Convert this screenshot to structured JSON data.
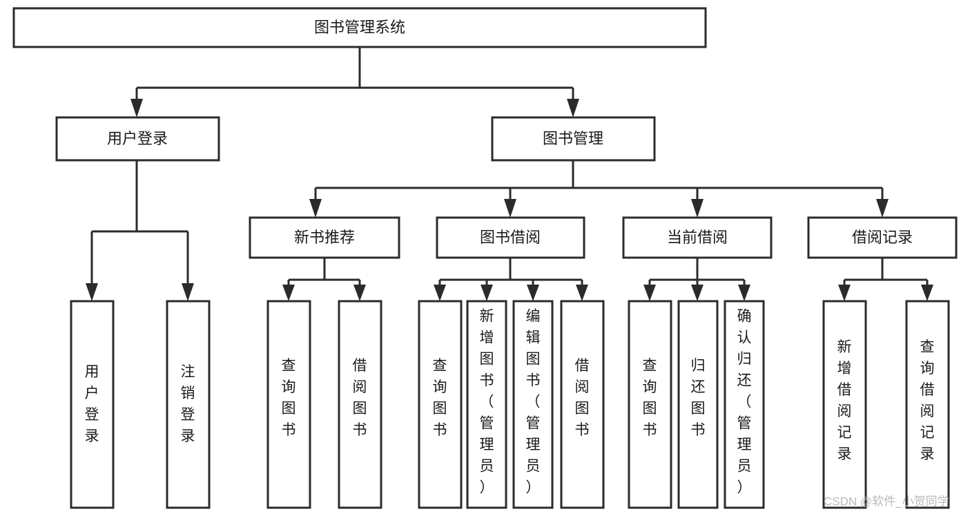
{
  "diagram": {
    "title": "图书管理系统",
    "type": "hierarchy-tree",
    "watermark": "CSDN @软件_小贺同学",
    "root": {
      "id": "root",
      "label": "图书管理系统"
    },
    "level2": [
      {
        "id": "user-login",
        "label": "用户登录"
      },
      {
        "id": "book-manage",
        "label": "图书管理"
      }
    ],
    "level3": [
      {
        "id": "new-book-recommend",
        "label": "新书推荐"
      },
      {
        "id": "book-borrow",
        "label": "图书借阅"
      },
      {
        "id": "current-borrow",
        "label": "当前借阅"
      },
      {
        "id": "borrow-record",
        "label": "借阅记录"
      }
    ],
    "leaves": {
      "user_login": [
        {
          "id": "leaf-user-login",
          "label": "用户登录",
          "chars": [
            "用",
            "户",
            "登",
            "录"
          ]
        },
        {
          "id": "leaf-logout-login",
          "label": "注销登录",
          "chars": [
            "注",
            "销",
            "登",
            "录"
          ]
        }
      ],
      "new_book_recommend": [
        {
          "id": "leaf-query-book-1",
          "label": "查询图书",
          "chars": [
            "查",
            "询",
            "图",
            "书"
          ]
        },
        {
          "id": "leaf-borrow-book-1",
          "label": "借阅图书",
          "chars": [
            "借",
            "阅",
            "图",
            "书"
          ]
        }
      ],
      "book_borrow": [
        {
          "id": "leaf-query-book-2",
          "label": "查询图书",
          "chars": [
            "查",
            "询",
            "图",
            "书"
          ]
        },
        {
          "id": "leaf-add-book",
          "label": "新增图书（管理员）",
          "chars": [
            "新",
            "增",
            "图",
            "书",
            "（",
            "管",
            "理",
            "员",
            "）"
          ]
        },
        {
          "id": "leaf-edit-book",
          "label": "编辑图书（管理员）",
          "chars": [
            "编",
            "辑",
            "图",
            "书",
            "（",
            "管",
            "理",
            "员",
            "）"
          ]
        },
        {
          "id": "leaf-borrow-book-2",
          "label": "借阅图书",
          "chars": [
            "借",
            "阅",
            "图",
            "书"
          ]
        }
      ],
      "current_borrow": [
        {
          "id": "leaf-query-book-3",
          "label": "查询图书",
          "chars": [
            "查",
            "询",
            "图",
            "书"
          ]
        },
        {
          "id": "leaf-return-book",
          "label": "归还图书",
          "chars": [
            "归",
            "还",
            "图",
            "书"
          ]
        },
        {
          "id": "leaf-confirm-return",
          "label": "确认归还（管理员）",
          "chars": [
            "确",
            "认",
            "归",
            "还",
            "（",
            "管",
            "理",
            "员",
            "）"
          ]
        }
      ],
      "borrow_record": [
        {
          "id": "leaf-add-record",
          "label": "新增借阅记录",
          "chars": [
            "新",
            "增",
            "借",
            "阅",
            "记",
            "录"
          ]
        },
        {
          "id": "leaf-query-record",
          "label": "查询借阅记录",
          "chars": [
            "查",
            "询",
            "借",
            "阅",
            "记",
            "录"
          ]
        }
      ]
    },
    "colors": {
      "stroke": "#2b2b2b",
      "fill": "#ffffff",
      "text": "#1a1a1a",
      "watermark": "#b9b9b9"
    }
  }
}
